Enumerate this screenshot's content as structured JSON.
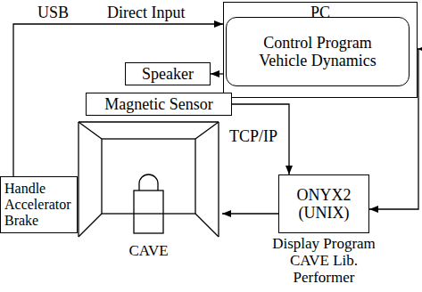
{
  "diagram": {
    "nodes": [
      {
        "text": [
          "PC"
        ]
      },
      {
        "text": [
          "Control Program Vehicle Dynamics"
        ],
        "in": 0
      },
      {
        "text": [
          "Speaker"
        ]
      },
      {
        "text": [
          "Magnetic Sensor"
        ]
      },
      {
        "text": [
          "Handle Accelerator Brake"
        ]
      },
      {
        "text": [
          "CAVE"
        ]
      },
      {
        "text": [
          "ONYX2 (UNIX)",
          "Display Program CAVE Lib. Performer"
        ]
      }
    ],
    "edges": [
      {
        "from": 4,
        "to": 0,
        "arrow": "to",
        "label": "USB"
      },
      {
        "from": 1,
        "to": 2,
        "arrow": "to"
      },
      {
        "from": 0,
        "to": 6,
        "arrow": "both",
        "label": "TCP/IP"
      },
      {
        "from": 3,
        "to": 6,
        "arrow": "to"
      },
      {
        "from": 6,
        "to": 5,
        "arrow": "to"
      }
    ],
    "labels": [
      "Direct Input"
    ]
  }
}
